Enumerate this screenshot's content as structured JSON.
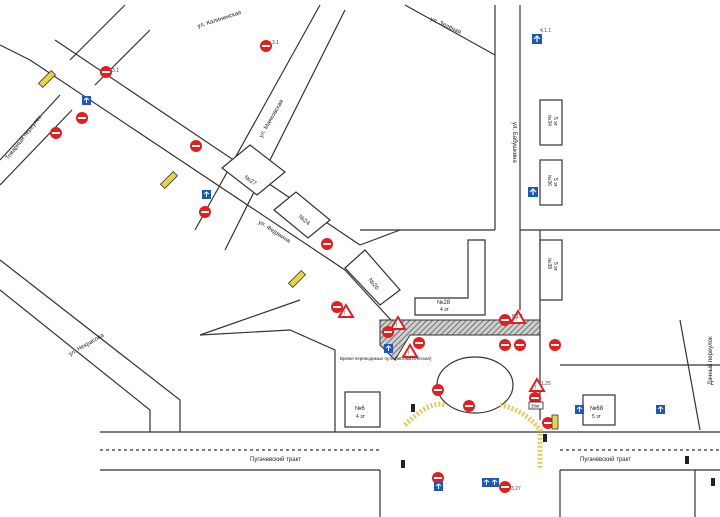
{
  "streets": {
    "kalininskaya": "ул. Калининская",
    "shelkovaya": "ул. Зелёная",
    "mayakovskaya": "ул. Маяковская",
    "fedyakina": "ул. Федякина",
    "tovarny": "Товарный переулок",
    "nekrasova": "ул. Некрасова",
    "babushkina": "ул. Бабушкина",
    "pugachevsky_left": "Пугачевский тракт",
    "pugachevsky_right": "Пугачевский тракт",
    "dachny": "Дачный переулок"
  },
  "buildings": {
    "b27": "№27",
    "b24": "№24",
    "b26": "№26",
    "b28": "№28",
    "b28_floors": "4 эт",
    "b34": "№34",
    "b34_floors": "5 эт",
    "b36": "№36",
    "b36_floors": "5 эт",
    "b38": "№38",
    "b38_floors": "5 эт",
    "b68": "№68",
    "b68_floors": "5 эт",
    "b_small": "№6",
    "b_small_floors": "4 эт"
  },
  "annotations": {
    "temporary_sidewalk": "Время переводимых пути (автоматическая)",
    "sign_plate": "30м"
  },
  "sign_codes": {
    "c1": "3.1",
    "c2": "8.1.1",
    "c3": "1.25",
    "c4": "3.27",
    "c5": "4.1.1"
  },
  "colors": {
    "prohibitory": "#e02020",
    "informational": "#1e57b8",
    "tram_stop": "#e8d24a",
    "detour_path": "#e8c248"
  }
}
